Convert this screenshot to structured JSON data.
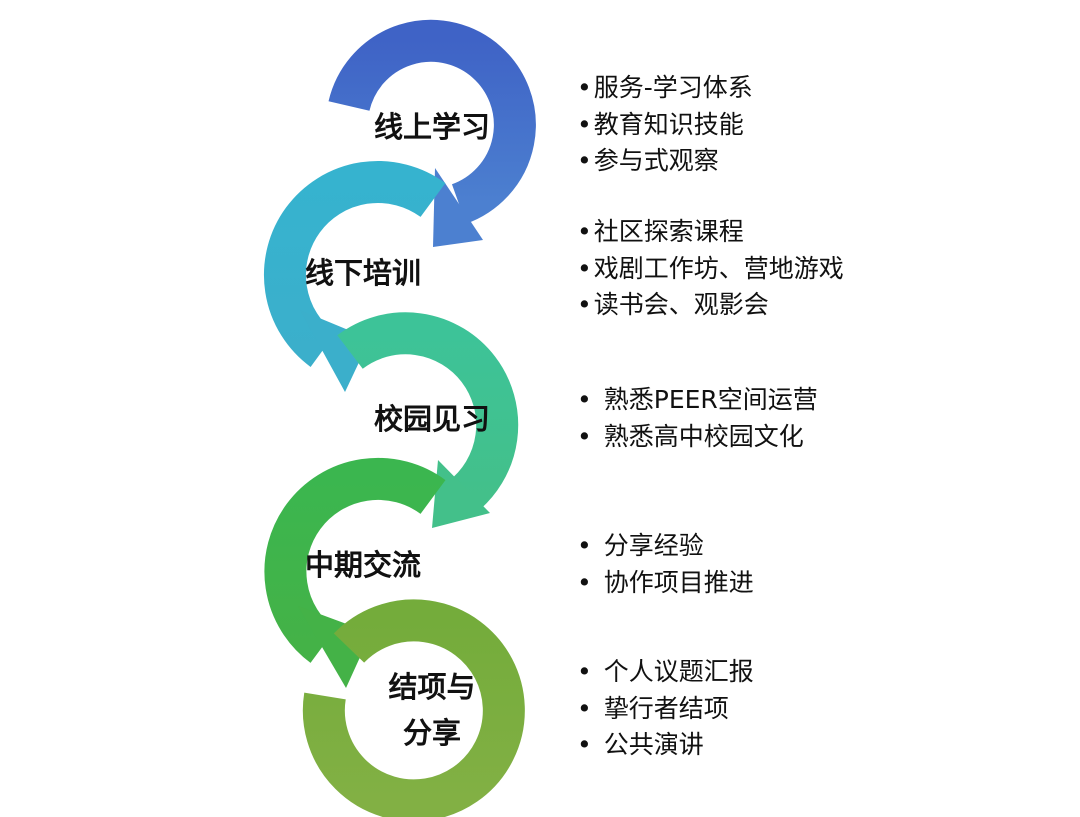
{
  "stages": [
    {
      "title_lines": [
        "线上学习"
      ],
      "color": "#4472C4",
      "items": [
        "服务-学习体系",
        "教育知识技能",
        "参与式观察"
      ]
    },
    {
      "title_lines": [
        "线下培训"
      ],
      "color": "#38AECB",
      "items": [
        "社区探索课程",
        "戏剧工作坊、营地游戏",
        "读书会、观影会"
      ]
    },
    {
      "title_lines": [
        "校园见习"
      ],
      "color": "#3FC08E",
      "items": [
        "熟悉PEER空间运营",
        "熟悉高中校园文化"
      ]
    },
    {
      "title_lines": [
        "中期交流"
      ],
      "color": "#40B44A",
      "items": [
        "分享经验",
        "协作项目推进"
      ]
    },
    {
      "title_lines": [
        "结项与",
        "分享"
      ],
      "color": "#7AAD3C",
      "items": [
        "个人议题汇报",
        "挚行者结项",
        "公共演讲"
      ]
    }
  ]
}
